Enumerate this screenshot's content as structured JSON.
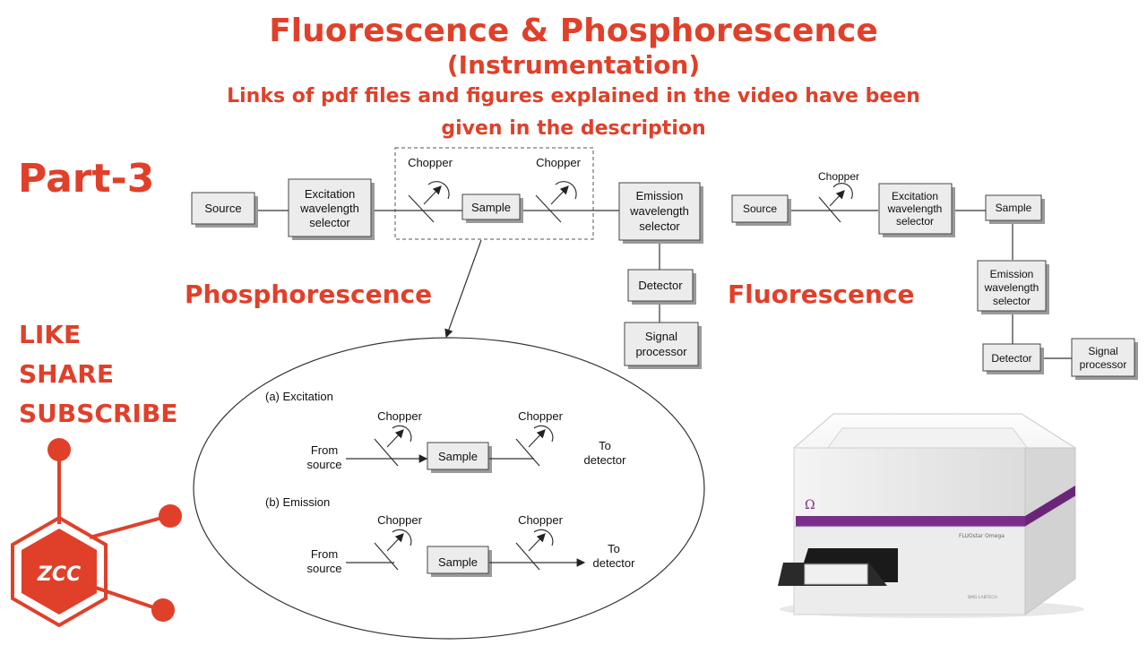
{
  "header": {
    "title": "Fluorescence & Phosphorescence",
    "subtitle": "(Instrumentation)",
    "note": "Links of pdf files and figures explained in the video have been given in the description"
  },
  "part_label": "Part-3",
  "social": [
    "LIKE",
    "SHARE",
    "SUBSCRIBE"
  ],
  "logo_text": "ZCC",
  "colors": {
    "accent": "#e0402a",
    "box": "#ececec",
    "purple": "#7a2e8c"
  },
  "phosphorescence": {
    "label": "Phosphorescence",
    "source": "Source",
    "excitation_selector": [
      "Excitation",
      "wavelength",
      "selector"
    ],
    "chopper1": "Chopper",
    "sample": "Sample",
    "chopper2": "Chopper",
    "emission_selector": [
      "Emission",
      "wavelength",
      "selector"
    ],
    "detector": "Detector",
    "signal_processor": [
      "Signal",
      "processor"
    ]
  },
  "fluorescence": {
    "label": "Fluorescence",
    "source": "Source",
    "chopper": "Chopper",
    "excitation_selector": [
      "Excitation",
      "wavelength",
      "selector"
    ],
    "sample": "Sample",
    "emission_selector": [
      "Emission",
      "wavelength",
      "selector"
    ],
    "detector": "Detector",
    "signal_processor": [
      "Signal",
      "processor"
    ]
  },
  "inset": {
    "a_title": "(a) Excitation",
    "b_title": "(b) Emission",
    "chopper": "Chopper",
    "from_source": [
      "From",
      "source"
    ],
    "sample": "Sample",
    "to_detector": [
      "To",
      "detector"
    ]
  },
  "instrument": {
    "brand_symbol": "Ω",
    "model": "FLUOstar Omega",
    "maker": "BMG LABTECH"
  }
}
